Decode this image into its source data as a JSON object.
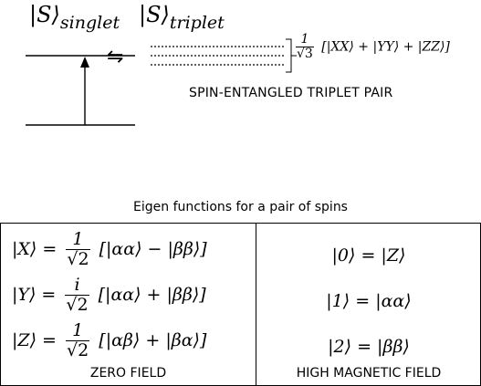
{
  "top": {
    "singlet_symbol": "|S⟩",
    "singlet_subscript": "singlet",
    "triplet_symbol": "|S⟩",
    "triplet_subscript": "triplet",
    "equilibrium_symbol": "⇋",
    "triplet_prefactor_num": "1",
    "triplet_prefactor_den": "√3",
    "triplet_state_sum": "[|XX⟩ + |YY⟩ + |ZZ⟩]",
    "caption": "SPIN-ENTANGLED TRIPLET PAIR"
  },
  "table": {
    "title": "Eigen functions for a pair of spins",
    "zero_field": {
      "rows": [
        {
          "lhs": "|X⟩ =",
          "num": "1",
          "den": "√2",
          "rhs": "[|αα⟩ − |ββ⟩]"
        },
        {
          "lhs": "|Y⟩ =",
          "num": "i",
          "den": "√2",
          "rhs": "[|αα⟩ + |ββ⟩]"
        },
        {
          "lhs": "|Z⟩ =",
          "num": "1",
          "den": "√2",
          "rhs": "[|αβ⟩ + |βα⟩]"
        }
      ],
      "caption": "ZERO FIELD"
    },
    "high_field": {
      "rows": [
        "|0⟩ = |Z⟩",
        "|1⟩ = |αα⟩",
        "|2⟩ = |ββ⟩"
      ],
      "caption": "HIGH MAGNETIC FIELD"
    }
  }
}
